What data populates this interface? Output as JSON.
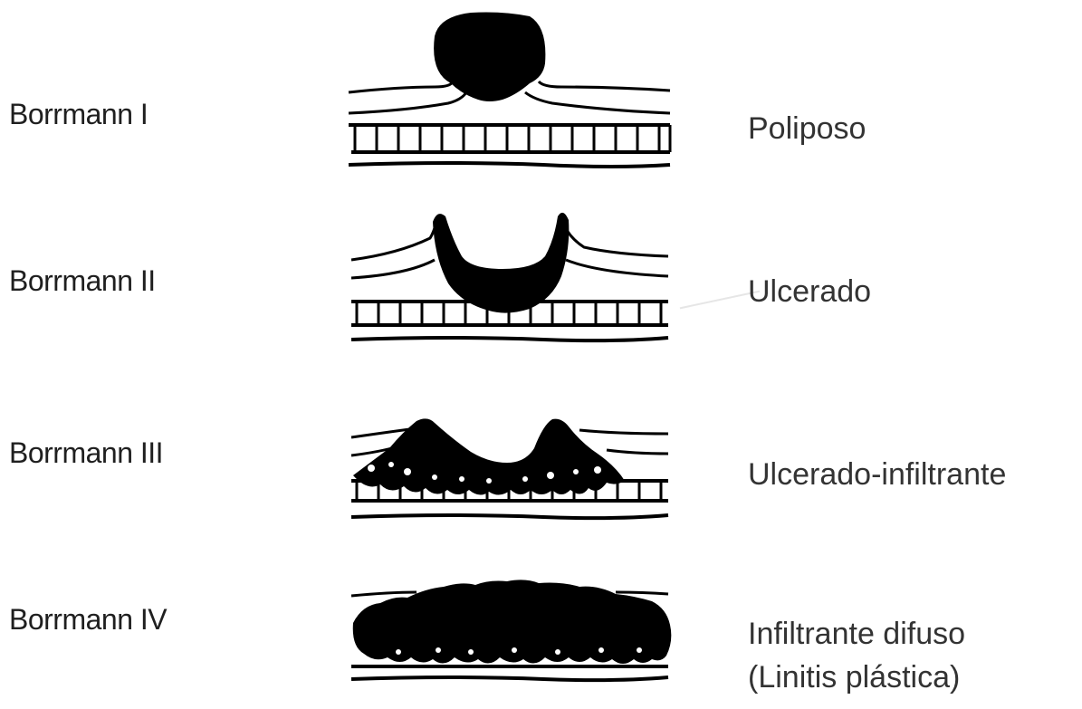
{
  "rows": [
    {
      "stage": "Borrmann I",
      "type_line1": "Poliposo",
      "type_line2": ""
    },
    {
      "stage": "Borrmann II",
      "type_line1": "Ulcerado",
      "type_line2": ""
    },
    {
      "stage": "Borrmann III",
      "type_line1": "Ulcerado-infiltrante",
      "type_line2": ""
    },
    {
      "stage": "Borrmann IV",
      "type_line1": "Infiltrante difuso",
      "type_line2": "(Linitis plástica)"
    }
  ],
  "colors": {
    "ink": "#000000",
    "text": "#222222",
    "background": "#ffffff"
  }
}
